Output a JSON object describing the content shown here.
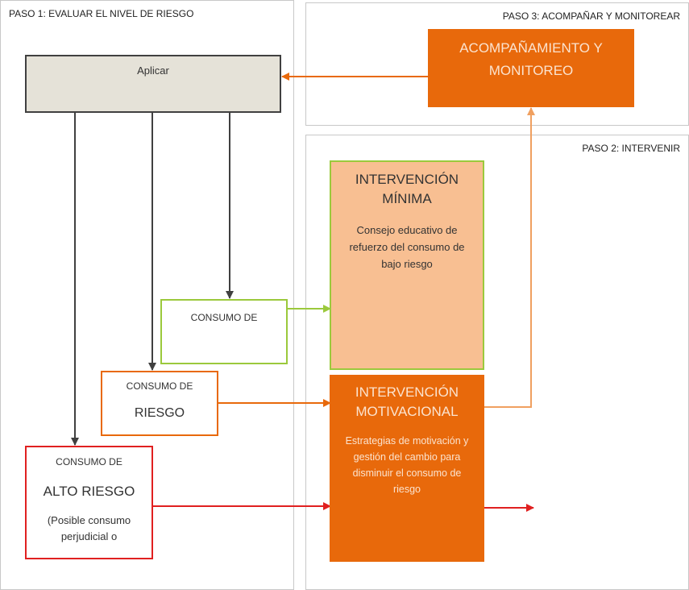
{
  "steps": {
    "step1": "PASO 1: EVALUAR EL NIVEL DE RIESGO",
    "step2": "PASO 2: INTERVENIR",
    "step3": "PASO 3: ACOMPAÑAR Y MONITOREAR"
  },
  "apply": {
    "label": "Aplicar"
  },
  "low_risk": {
    "heading": "CONSUMO DE"
  },
  "risk": {
    "heading": "CONSUMO DE",
    "title": "RIESGO"
  },
  "high_risk": {
    "heading": "CONSUMO DE",
    "title": "ALTO RIESGO",
    "note": "(Posible consumo perjudicial o"
  },
  "minimal": {
    "title_line1": "INTERVENCIÓN",
    "title_line2": "MÍNIMA",
    "body": "Consejo educativo de refuerzo del consumo de bajo riesgo"
  },
  "motivational": {
    "title_line1": "INTERVENCIÓN",
    "title_line2": "MOTIVACIONAL",
    "body": "Estrategias de motivación y gestión del cambio para disminuir el consumo de riesgo"
  },
  "monitoring": {
    "title_line1": "ACOMPAÑAMIENTO Y",
    "title_line2": "MONITOREO"
  },
  "colors": {
    "orange": "#e8690b",
    "light_orange": "#f8bf92",
    "green": "#9bc93c",
    "red": "#e02020",
    "dark": "#404040",
    "beige": "#e5e2d8"
  }
}
